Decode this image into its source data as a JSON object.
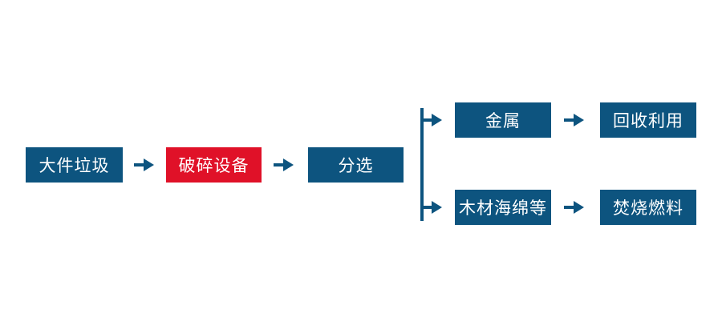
{
  "colors": {
    "node_blue": "#0d547f",
    "node_red": "#e01128",
    "arrow": "#0d547f",
    "node_text": "#ffffff",
    "background": "#ffffff"
  },
  "flowchart": {
    "main_chain": [
      {
        "label": "大件垃圾",
        "style": "blue"
      },
      {
        "label": "破碎设备",
        "style": "red"
      },
      {
        "label": "分选",
        "style": "blue"
      }
    ],
    "branches": [
      {
        "steps": [
          {
            "label": "金属"
          },
          {
            "label": "回收利用"
          }
        ]
      },
      {
        "steps": [
          {
            "label": "木材海绵等"
          },
          {
            "label": "焚烧燃料"
          }
        ]
      }
    ],
    "arrow_glyph": "→"
  }
}
